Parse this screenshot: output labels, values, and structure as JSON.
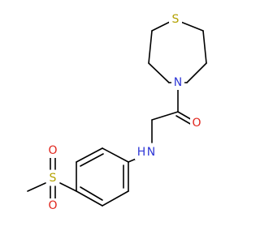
{
  "molecule": {
    "atoms": [
      {
        "id": "S1",
        "symbol": "S",
        "color": "#b3a100"
      },
      {
        "id": "N1",
        "symbol": "N",
        "color": "#2f37d6"
      },
      {
        "id": "O1",
        "symbol": "O",
        "color": "#e0241b"
      },
      {
        "id": "NH",
        "symbol": "H N",
        "color": "#2f37d6",
        "text": "N",
        "hydrogen": "H"
      },
      {
        "id": "S2",
        "symbol": "S",
        "color": "#b3a100"
      },
      {
        "id": "O2",
        "symbol": "O",
        "color": "#e0241b"
      },
      {
        "id": "O3",
        "symbol": "O",
        "color": "#e0241b"
      }
    ],
    "labels": {
      "S1": "S",
      "N1": "N",
      "O1": "O",
      "NH_N": "N",
      "NH_H": "H",
      "S2": "S",
      "O2": "O",
      "O3": "O"
    }
  }
}
